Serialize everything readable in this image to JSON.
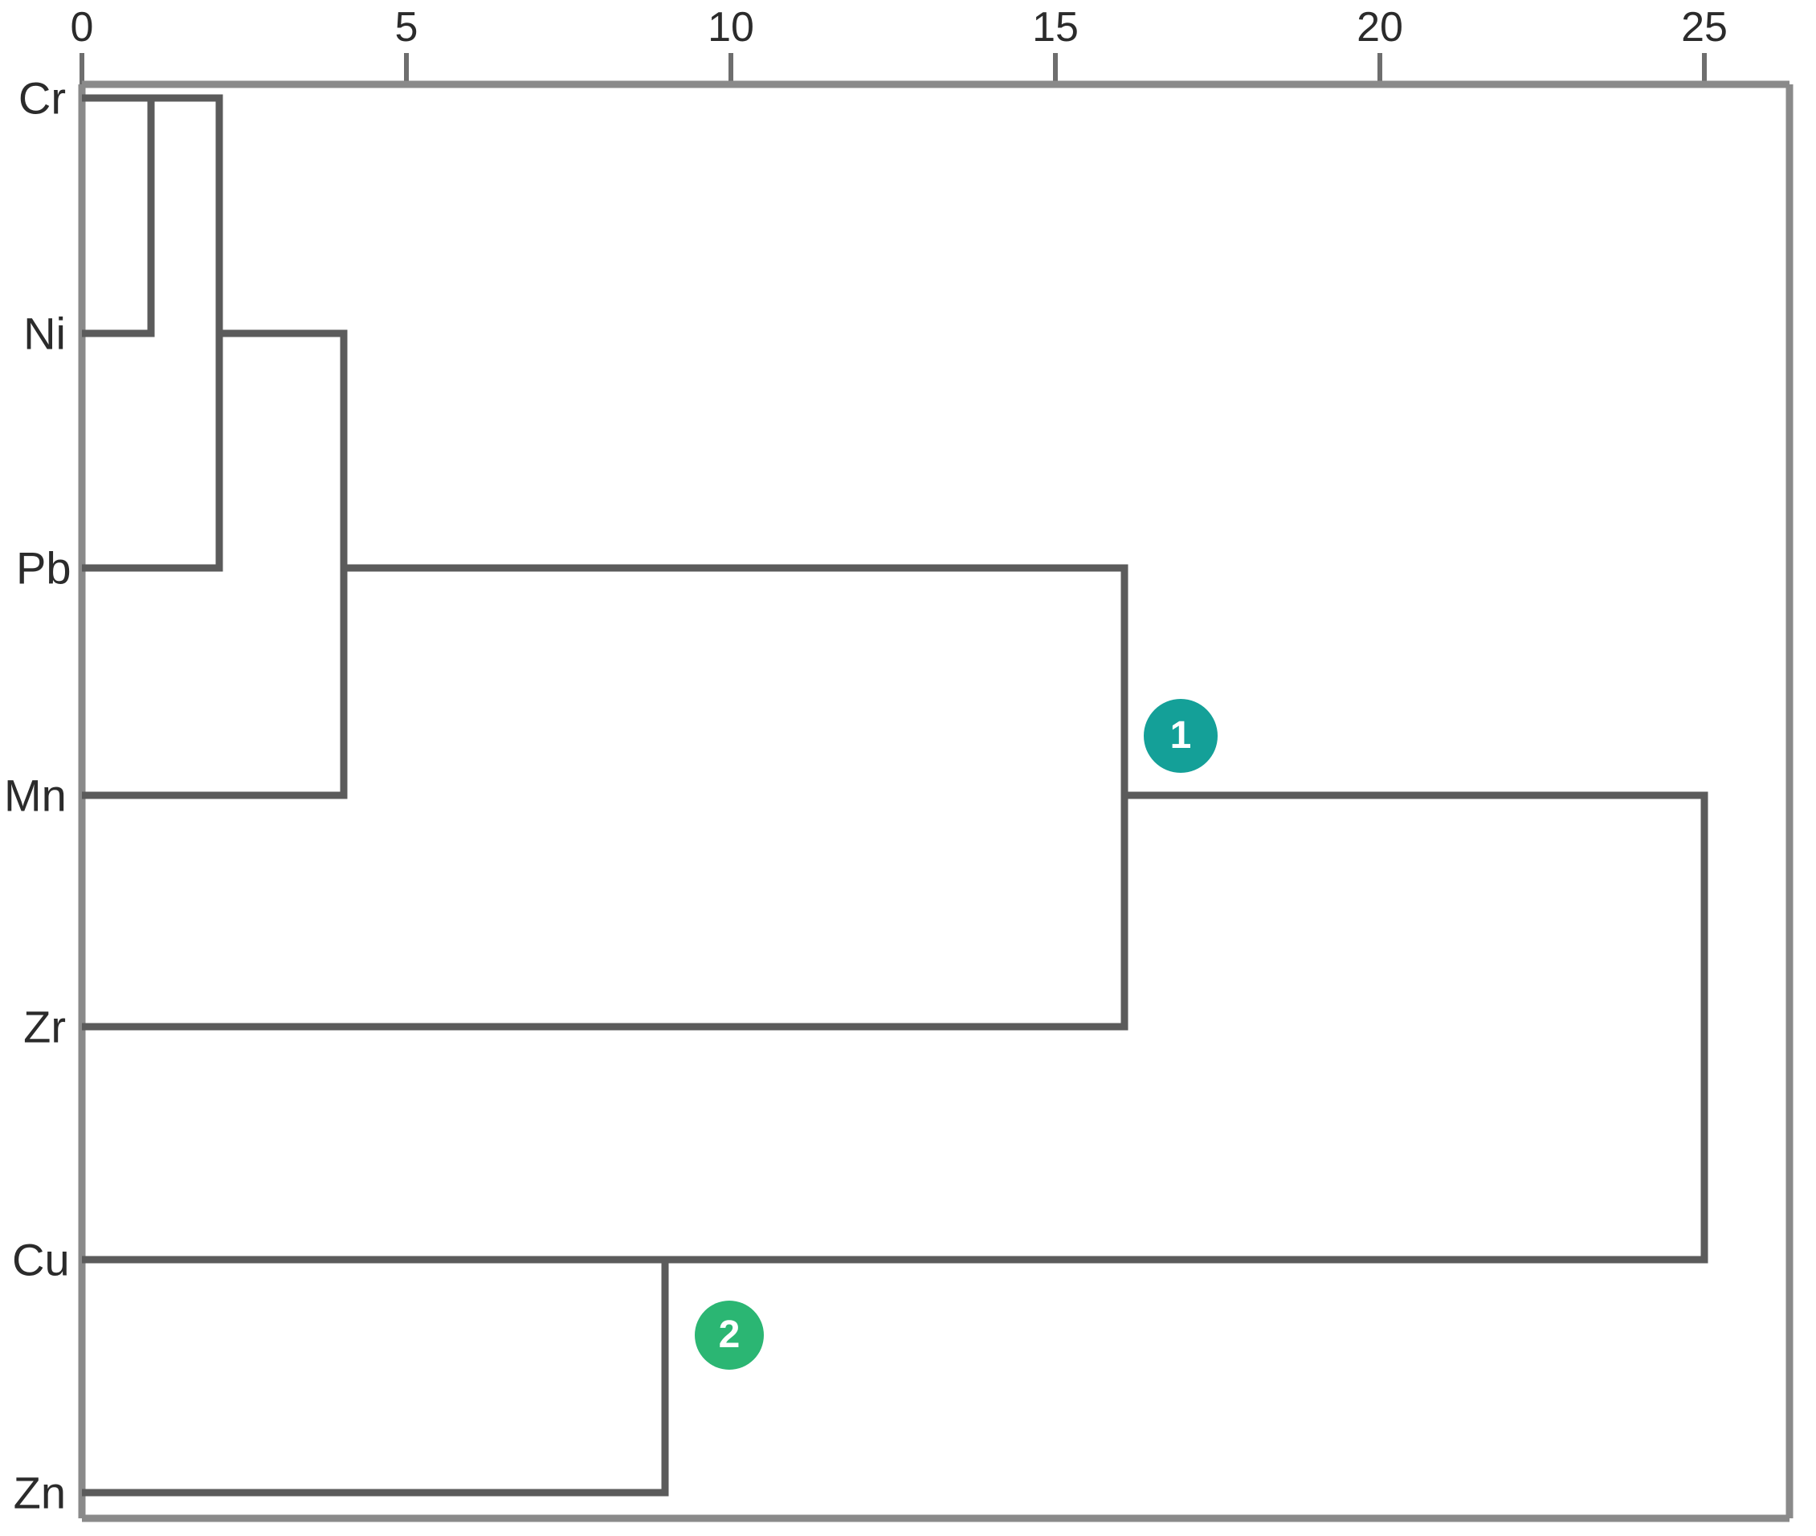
{
  "chart_data": {
    "type": "dendrogram",
    "title": "",
    "xlabel": "",
    "ylabel": "",
    "xlim": [
      0,
      26.2
    ],
    "grid": false,
    "legend": "none",
    "axis": {
      "tick_values": [
        0,
        5,
        10,
        15,
        20,
        25
      ],
      "tick_labels": [
        "0",
        "5",
        "10",
        "15",
        "20",
        "25"
      ],
      "position": "top"
    },
    "leaves": [
      {
        "label": "Cr",
        "order": 0
      },
      {
        "label": "Ni",
        "order": 1
      },
      {
        "label": "Pb",
        "order": 2
      },
      {
        "label": "Mn",
        "order": 3
      },
      {
        "label": "Zr",
        "order": 4
      },
      {
        "label": "Cu",
        "order": 5
      },
      {
        "label": "Zn",
        "order": 6
      }
    ],
    "merges": [
      {
        "id": "m1",
        "members": [
          "Cr",
          "Ni"
        ],
        "distance": 1.1
      },
      {
        "id": "m2",
        "members": [
          "Cr",
          "Ni",
          "Pb"
        ],
        "distance": 2.1
      },
      {
        "id": "m3",
        "members": [
          "Cr",
          "Ni",
          "Pb",
          "Mn"
        ],
        "distance": 4.0
      },
      {
        "id": "m4",
        "members": [
          "Cr",
          "Ni",
          "Pb",
          "Mn",
          "Zr"
        ],
        "distance": 16.1
      },
      {
        "id": "m5",
        "members": [
          "Cu",
          "Zn"
        ],
        "distance": 9.0
      },
      {
        "id": "m6",
        "members": [
          "Cr",
          "Ni",
          "Pb",
          "Mn",
          "Zr",
          "Cu",
          "Zn"
        ],
        "distance": 25.0
      }
    ],
    "annotations": [
      {
        "label": "1",
        "at_merge": "m4",
        "distance": 16.1,
        "color": "#14A098"
      },
      {
        "label": "2",
        "at_merge": "m5",
        "distance": 9.0,
        "color": "#2BB673"
      }
    ]
  },
  "style": {
    "line_color": "#5b5b5b",
    "frame_color": "#6e6e6e",
    "text_color": "#2b2b2b",
    "background": "#ffffff",
    "badge_1_color": "#14A098",
    "badge_2_color": "#2BB673"
  },
  "axis_ticks": [
    {
      "label": "0"
    },
    {
      "label": "5"
    },
    {
      "label": "10"
    },
    {
      "label": "15"
    },
    {
      "label": "20"
    },
    {
      "label": "25"
    }
  ],
  "leaf_labels": [
    {
      "label": "Cr"
    },
    {
      "label": "Ni"
    },
    {
      "label": "Pb"
    },
    {
      "label": "Mn"
    },
    {
      "label": "Zr"
    },
    {
      "label": "Cu"
    },
    {
      "label": "Zn"
    }
  ],
  "badges": [
    {
      "label": "1"
    },
    {
      "label": "2"
    }
  ]
}
